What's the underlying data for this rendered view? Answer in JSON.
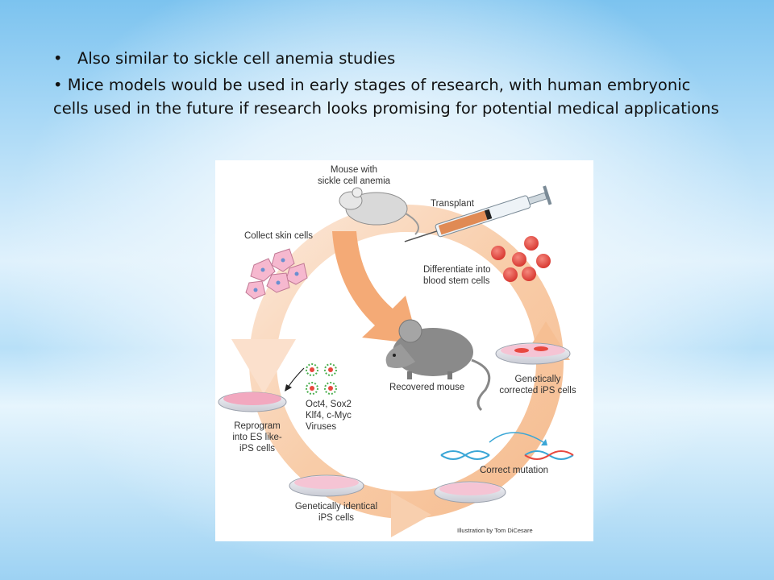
{
  "bullets": [
    {
      "marker": "•",
      "text": "Also similar to sickle cell anemia studies"
    },
    {
      "marker": "•",
      "text": "Mice models would be used in early stages of research, with human embryonic cells used in the future if research looks promising for potential medical applications"
    }
  ],
  "figure": {
    "labels": {
      "mouse_line1": "Mouse with",
      "mouse_line2": "sickle cell anemia",
      "transplant": "Transplant",
      "collect": "Collect skin cells",
      "diff_line1": "Differentiate into",
      "diff_line2": "blood stem cells",
      "factors_line1": "Oct4, Sox2",
      "factors_line2": "Klf4, c-Myc",
      "factors_line3": "Viruses",
      "recovered": "Recovered mouse",
      "gen_corr_line1": "Genetically",
      "gen_corr_line2": "corrected iPS cells",
      "reprog_line1": "Reprogram",
      "reprog_line2": "into ES like-",
      "reprog_line3": "iPS cells",
      "correct": "Correct mutation",
      "gen_ident_line1": "Genetically identical",
      "gen_ident_line2": "iPS cells",
      "credit": "Illustration by Tom DiCesare"
    },
    "colors": {
      "cycle_arrow": "#f7c49a",
      "cell_red": "#e8483f",
      "skin_cell": "#f6b8cf",
      "mouse_grey": "#8a8a8a",
      "virus_green": "#4caf50",
      "dna_blue": "#3aa6d6"
    }
  }
}
